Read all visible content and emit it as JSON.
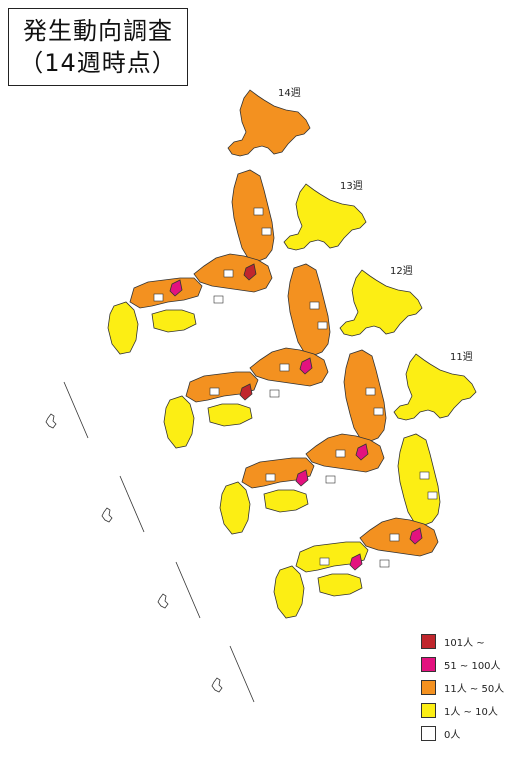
{
  "title": {
    "line1": "発生動向調査",
    "line2": "（14週時点）"
  },
  "maps": [
    {
      "week_label": "14週"
    },
    {
      "week_label": "13週"
    },
    {
      "week_label": "12週"
    },
    {
      "week_label": "11週"
    }
  ],
  "legend": {
    "items": [
      {
        "label": "101人 ~",
        "color": "#c0262d"
      },
      {
        "label": "51 ~ 100人",
        "color": "#e3127f"
      },
      {
        "label": "11人 ~ 50人",
        "color": "#f39120"
      },
      {
        "label": "1人 ~ 10人",
        "color": "#fcee14"
      },
      {
        "label": "0人",
        "color": "#ffffff"
      }
    ]
  },
  "colors": {
    "level_101_plus": "#c0262d",
    "level_51_100": "#e3127f",
    "level_11_50": "#f39120",
    "level_1_10": "#fcee14",
    "level_0": "#ffffff"
  }
}
